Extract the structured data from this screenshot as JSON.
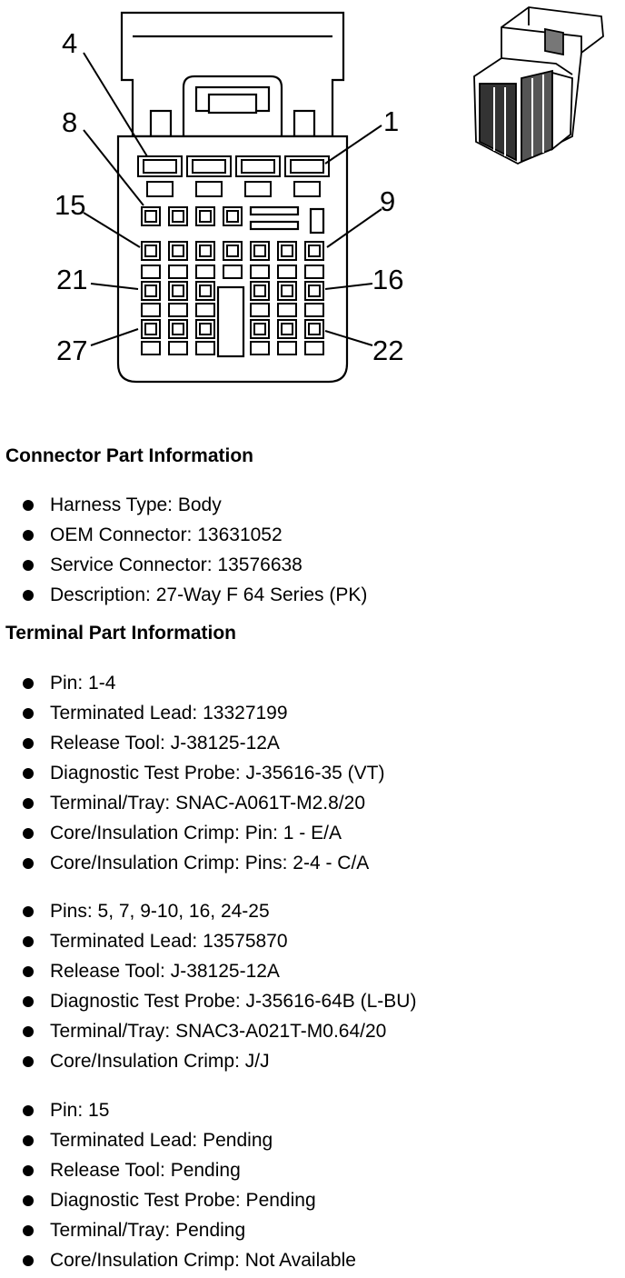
{
  "diagram": {
    "pin_labels": [
      "4",
      "8",
      "15",
      "21",
      "27",
      "1",
      "9",
      "16",
      "22"
    ]
  },
  "connector_info": {
    "heading": "Connector Part Information",
    "items": [
      "Harness Type: Body",
      "OEM Connector: 13631052",
      "Service Connector: 13576638",
      "Description: 27-Way F 64 Series (PK)"
    ]
  },
  "terminal_info": {
    "heading": "Terminal Part Information",
    "groups": [
      {
        "items": [
          "Pin: 1-4",
          "Terminated Lead: 13327199",
          "Release Tool: J-38125-12A",
          "Diagnostic Test Probe: J-35616-35 (VT)",
          "Terminal/Tray: SNAC-A061T-M2.8/20",
          "Core/Insulation Crimp: Pin: 1 - E/A",
          "Core/Insulation Crimp: Pins: 2-4 - C/A"
        ]
      },
      {
        "items": [
          "Pins: 5, 7, 9-10, 16, 24-25",
          "Terminated Lead: 13575870",
          "Release Tool: J-38125-12A",
          "Diagnostic Test Probe: J-35616-64B (L-BU)",
          "Terminal/Tray: SNAC3-A021T-M0.64/20",
          "Core/Insulation Crimp: J/J"
        ]
      },
      {
        "items": [
          "Pin: 15",
          "Terminated Lead: Pending",
          "Release Tool: Pending",
          "Diagnostic Test Probe: Pending",
          "Terminal/Tray: Pending",
          "Core/Insulation Crimp: Not Available"
        ]
      }
    ]
  }
}
